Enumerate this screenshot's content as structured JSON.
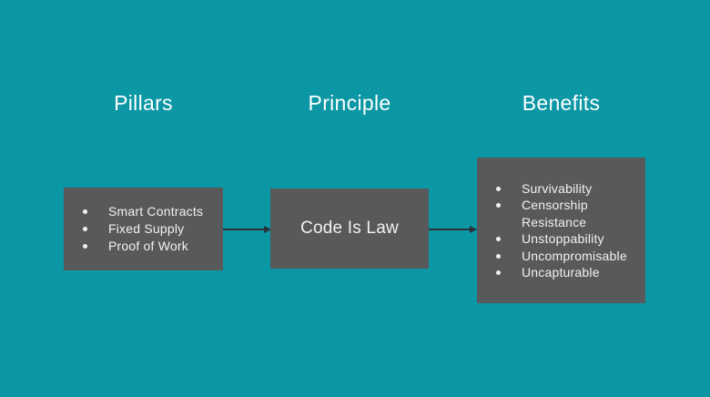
{
  "theme": {
    "background_color": "#0b97a4",
    "box_color": "#58595b",
    "arrow_color": "#263238",
    "heading_color": "#ffffff",
    "body_text_color": "#f1f1f2"
  },
  "diagram": {
    "columns": [
      {
        "header": "Pillars",
        "box": {
          "type": "bullet-list",
          "items": [
            "Smart Contracts",
            "Fixed Supply",
            "Proof of Work"
          ]
        }
      },
      {
        "header": "Principle",
        "box": {
          "type": "label",
          "label": "Code Is Law"
        }
      },
      {
        "header": "Benefits",
        "box": {
          "type": "bullet-list",
          "items": [
            "Survivability",
            "Censorship Resistance",
            "Unstoppability",
            "Uncompromisable",
            "Uncapturable"
          ]
        }
      }
    ],
    "connectors": [
      {
        "from": "Pillars",
        "to": "Principle"
      },
      {
        "from": "Principle",
        "to": "Benefits"
      }
    ]
  }
}
